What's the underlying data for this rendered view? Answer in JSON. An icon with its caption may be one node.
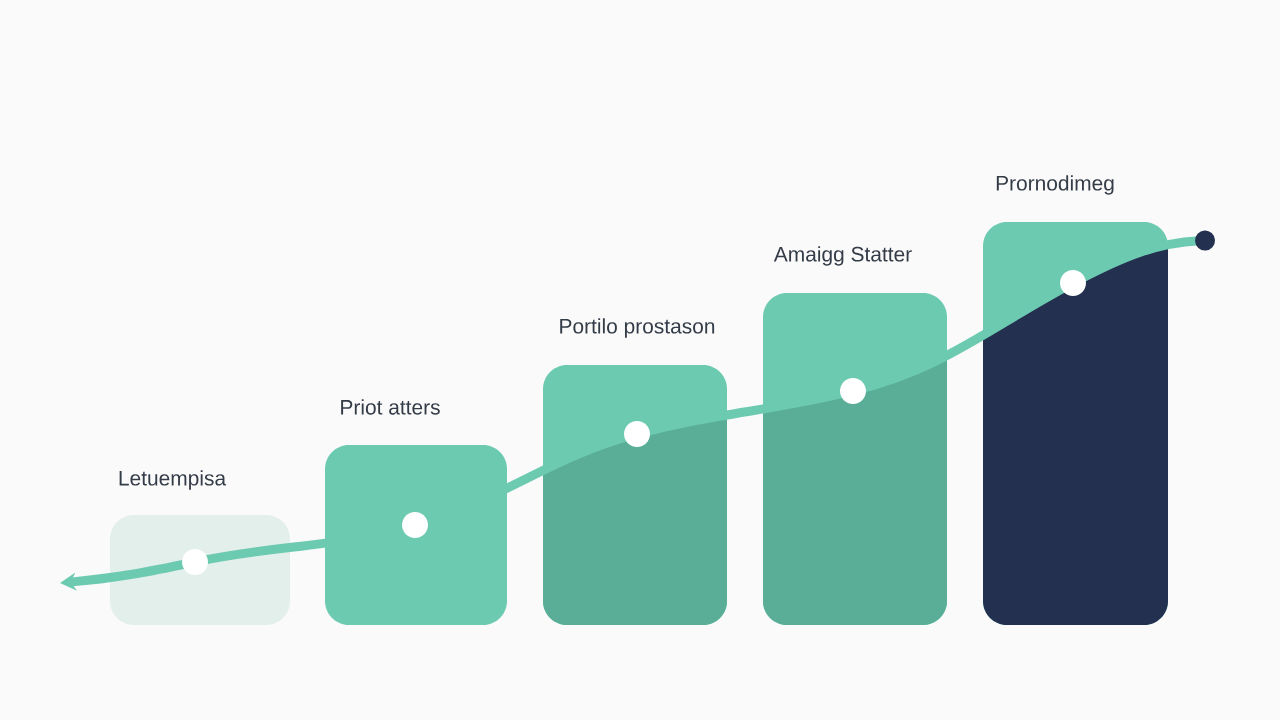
{
  "diagram": {
    "nodes": [
      {
        "text": [
          "Letuempisa"
        ]
      },
      {
        "text": [
          "Priot atters"
        ]
      },
      {
        "text": [
          "Portilo prostason"
        ]
      },
      {
        "text": [
          "Amaigg Statter"
        ]
      },
      {
        "text": [
          "Prornodimeg"
        ]
      }
    ],
    "edges": [
      {
        "from": 0,
        "to": null,
        "arrow": "to"
      },
      {
        "from": 0,
        "to": 1,
        "arrow": "none"
      },
      {
        "from": 1,
        "to": 2,
        "arrow": "none"
      },
      {
        "from": 2,
        "to": 3,
        "arrow": "none"
      },
      {
        "from": 3,
        "to": 4,
        "arrow": "none"
      },
      {
        "from": 4,
        "to": null,
        "arrow": "to"
      }
    ]
  }
}
